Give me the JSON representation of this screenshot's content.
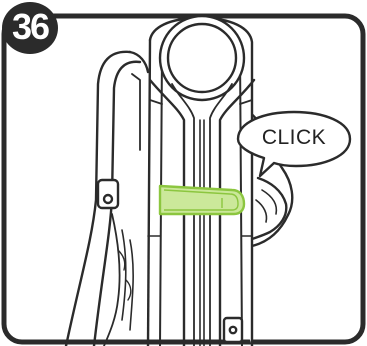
{
  "step": {
    "number": "36"
  },
  "callout": {
    "text": "CLICK"
  },
  "colors": {
    "line": "#2b2b2b",
    "badge": "#2b2b2b",
    "highlight_fill": "#cbe89a",
    "highlight_stroke": "#8cc63f",
    "background": "#ffffff"
  },
  "icons": {
    "step_badge": "step-number-badge",
    "callout": "speech-bubble",
    "highlighted_part": "clip-latch",
    "device": "upright-vacuum-body"
  }
}
